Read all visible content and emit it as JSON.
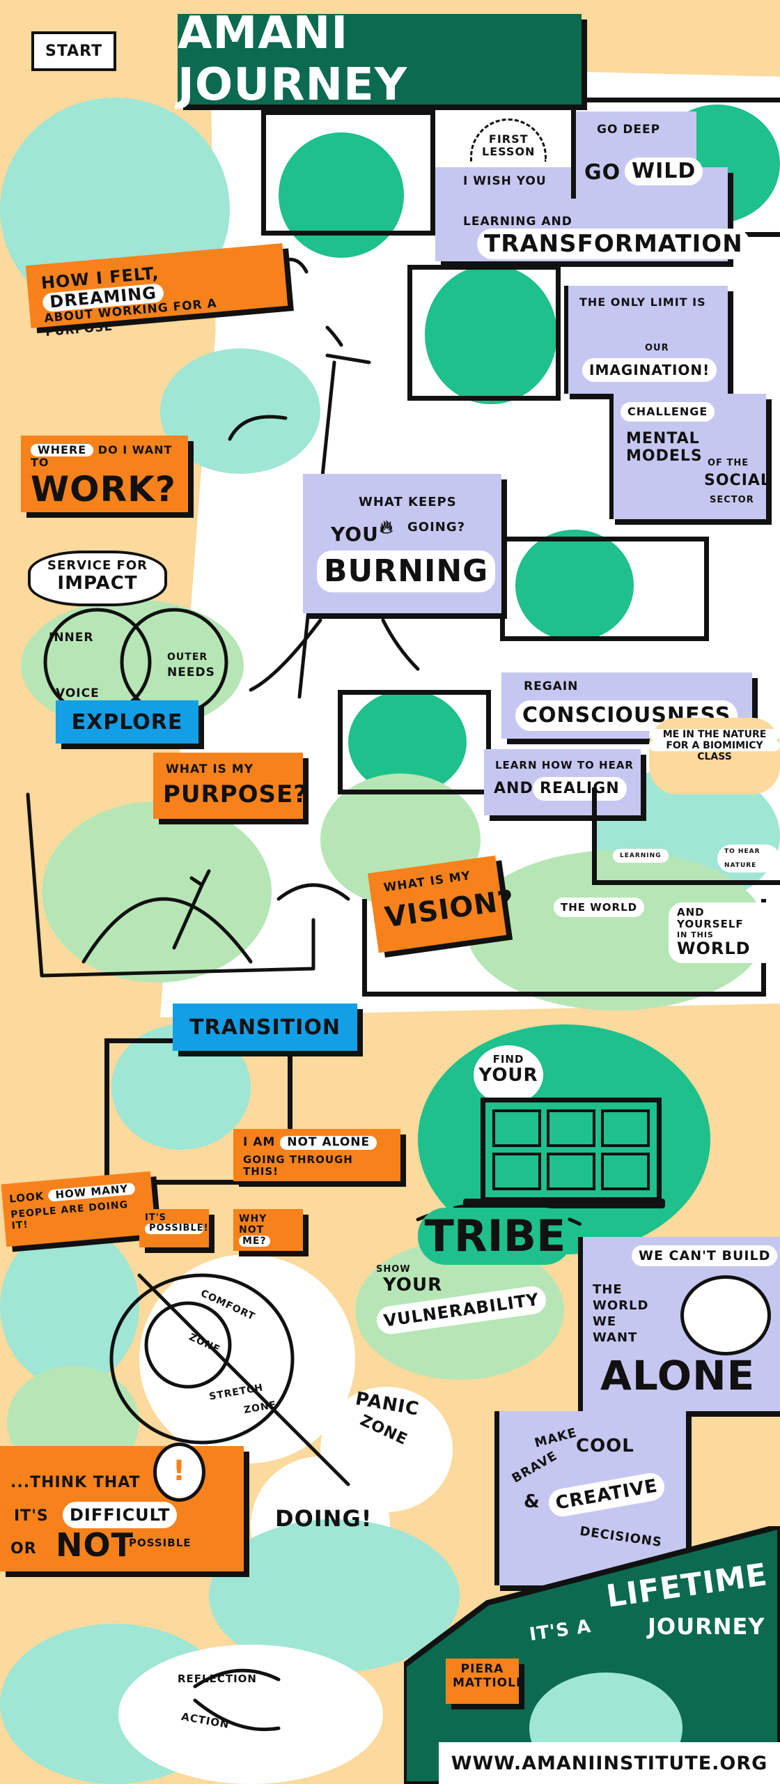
{
  "colors": {
    "peach": "#fcd99c",
    "mint": "#9fe6d5",
    "green": "#1ec08c",
    "light_green": "#b7e6b6",
    "purple": "#c6c7f1",
    "orange": "#f7821b",
    "blue": "#139fe6",
    "dark_green": "#0b6a50"
  },
  "title": "AMANI JOURNEY",
  "start": "START",
  "dreaming": {
    "line1": "HOW I FELT,",
    "highlight": "DREAMING",
    "line2": "ABOUT WORKING FOR A PURPOSE"
  },
  "first_lesson": {
    "line1": "FIRST",
    "line2": "LESSON"
  },
  "wish": {
    "line1": "I WISH YOU",
    "go_deep": "GO DEEP",
    "go": "GO",
    "wild": "WILD",
    "learning": "LEARNING AND",
    "transformation": "TRANSFORMATION"
  },
  "limit": {
    "line1": "THE ONLY LIMIT IS",
    "our": "OUR",
    "imagination": "IMAGINATION!"
  },
  "mental": {
    "challenge": "CHALLENGE",
    "models": "MENTAL MODELS",
    "of_the": "OF THE",
    "social": "SOCIAL",
    "sector": "SECTOR"
  },
  "work": {
    "where": "WHERE",
    "line1": "DO I WANT TO",
    "work": "WORK?"
  },
  "burning": {
    "line1": "WHAT KEEPS",
    "you": "YOU",
    "going": "GOING?",
    "burning": "BURNING"
  },
  "venn": {
    "service": "SERVICE FOR",
    "impact": "IMPACT",
    "inner": "INNER",
    "voice": "VOICE",
    "outer": "OUTER",
    "needs": "NEEDS"
  },
  "explore": "EXPLORE",
  "consciousness": {
    "regain": "REGAIN",
    "word": "CONSCIOUSNESS"
  },
  "realign": {
    "line1": "LEARN HOW TO HEAR",
    "and": "AND",
    "realign": "REALIGN"
  },
  "nature": {
    "line1": "ME IN THE NATURE",
    "line2": "FOR A BIOMIMICY",
    "line3": "CLASS",
    "learning": "LEARNING",
    "hear": "TO HEAR NATURE"
  },
  "purpose": {
    "line1": "WHAT IS MY",
    "word": "PURPOSE?"
  },
  "vision": {
    "line1": "WHAT IS MY",
    "word": "VISION?",
    "world": "THE WORLD",
    "yourself": "AND YOURSELF",
    "in_this": "IN THIS",
    "world2": "WORLD"
  },
  "transition": "TRANSITION",
  "not_alone": {
    "i_am": "I AM",
    "not_alone": "NOT ALONE",
    "line2": "GOING THROUGH THIS!"
  },
  "how_many": {
    "look": "LOOK",
    "how_many": "HOW MANY",
    "line2": "PEOPLE ARE DOING IT!"
  },
  "possible": {
    "its": "IT'S",
    "possible": "POSSIBLE!"
  },
  "why_not": {
    "why": "WHY",
    "not": "NOT",
    "me": "ME?"
  },
  "tribe": {
    "find": "FIND",
    "your": "YOUR",
    "tribe": "TRIBE"
  },
  "vulnerability": {
    "show": "SHOW",
    "your": "YOUR",
    "word": "VULNERABILITY"
  },
  "alone": {
    "cant": "WE CAN'T BUILD",
    "the": "THE",
    "world": "WORLD",
    "we": "WE",
    "want": "WANT",
    "alone": "ALONE"
  },
  "zones": {
    "comfort": "COMFORT",
    "zone1": "ZONE",
    "stretch": "STRETCH",
    "zone2": "ZONE",
    "panic": "PANIC",
    "zone3": "ZONE"
  },
  "decisions": {
    "make": "MAKE",
    "brave": "BRAVE",
    "cool": "COOL",
    "amp": "&",
    "creative": "CREATIVE",
    "decisions": "DECISIONS"
  },
  "difficult": {
    "think": "...THINK THAT",
    "its": "IT'S",
    "difficult": "DIFFICULT",
    "or": "OR",
    "not": "NOT",
    "possible": "POSSIBLE",
    "bang": "!"
  },
  "doing": "DOING!",
  "cycle": {
    "reflection": "REFLECTION",
    "action": "ACTION"
  },
  "lifetime": {
    "its_a": "IT'S A",
    "lifetime": "LIFETIME",
    "journey": "JOURNEY"
  },
  "author": {
    "first": "PIERA",
    "last": "MATTIOLI"
  },
  "url": "WWW.AMANIINSTITUTE.ORG"
}
